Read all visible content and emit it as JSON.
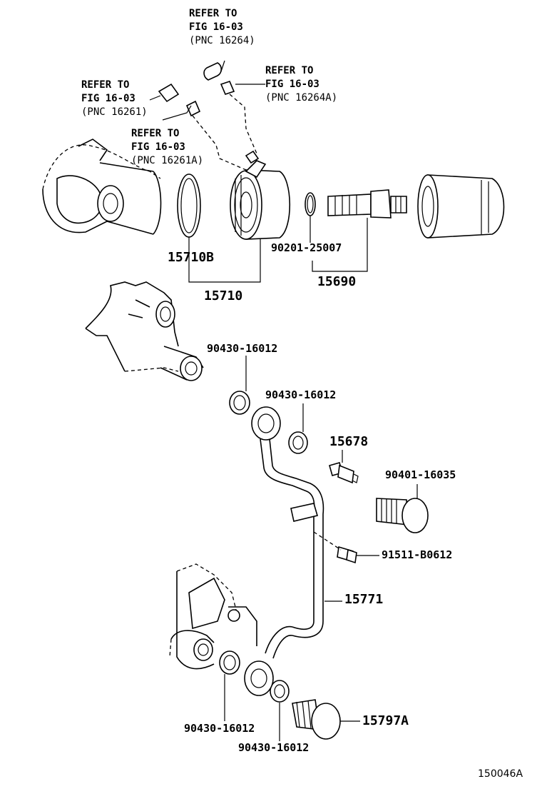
{
  "refer_notes": [
    {
      "line1": "REFER TO",
      "line2": "FIG 16-03",
      "line3": "(PNC 16264)"
    },
    {
      "line1": "REFER TO",
      "line2": "FIG 16-03",
      "line3": "(PNC 16264A)"
    },
    {
      "line1": "REFER TO",
      "line2": "FIG 16-03",
      "line3": "(PNC 16261)"
    },
    {
      "line1": "REFER TO",
      "line2": "FIG 16-03",
      "line3": "(PNC 16261A)"
    }
  ],
  "part_numbers": {
    "p15710B": "15710B",
    "p15710": "15710",
    "p90201_25007": "90201-25007",
    "p15690": "15690",
    "p90430_a": "90430-16012",
    "p90430_b": "90430-16012",
    "p15678": "15678",
    "p90401_16035": "90401-16035",
    "p91511_B0612": "91511-B0612",
    "p15771": "15771",
    "p90430_c": "90430-16012",
    "p90430_d": "90430-16012",
    "p15797A": "15797A"
  },
  "figure_id": "150046A"
}
